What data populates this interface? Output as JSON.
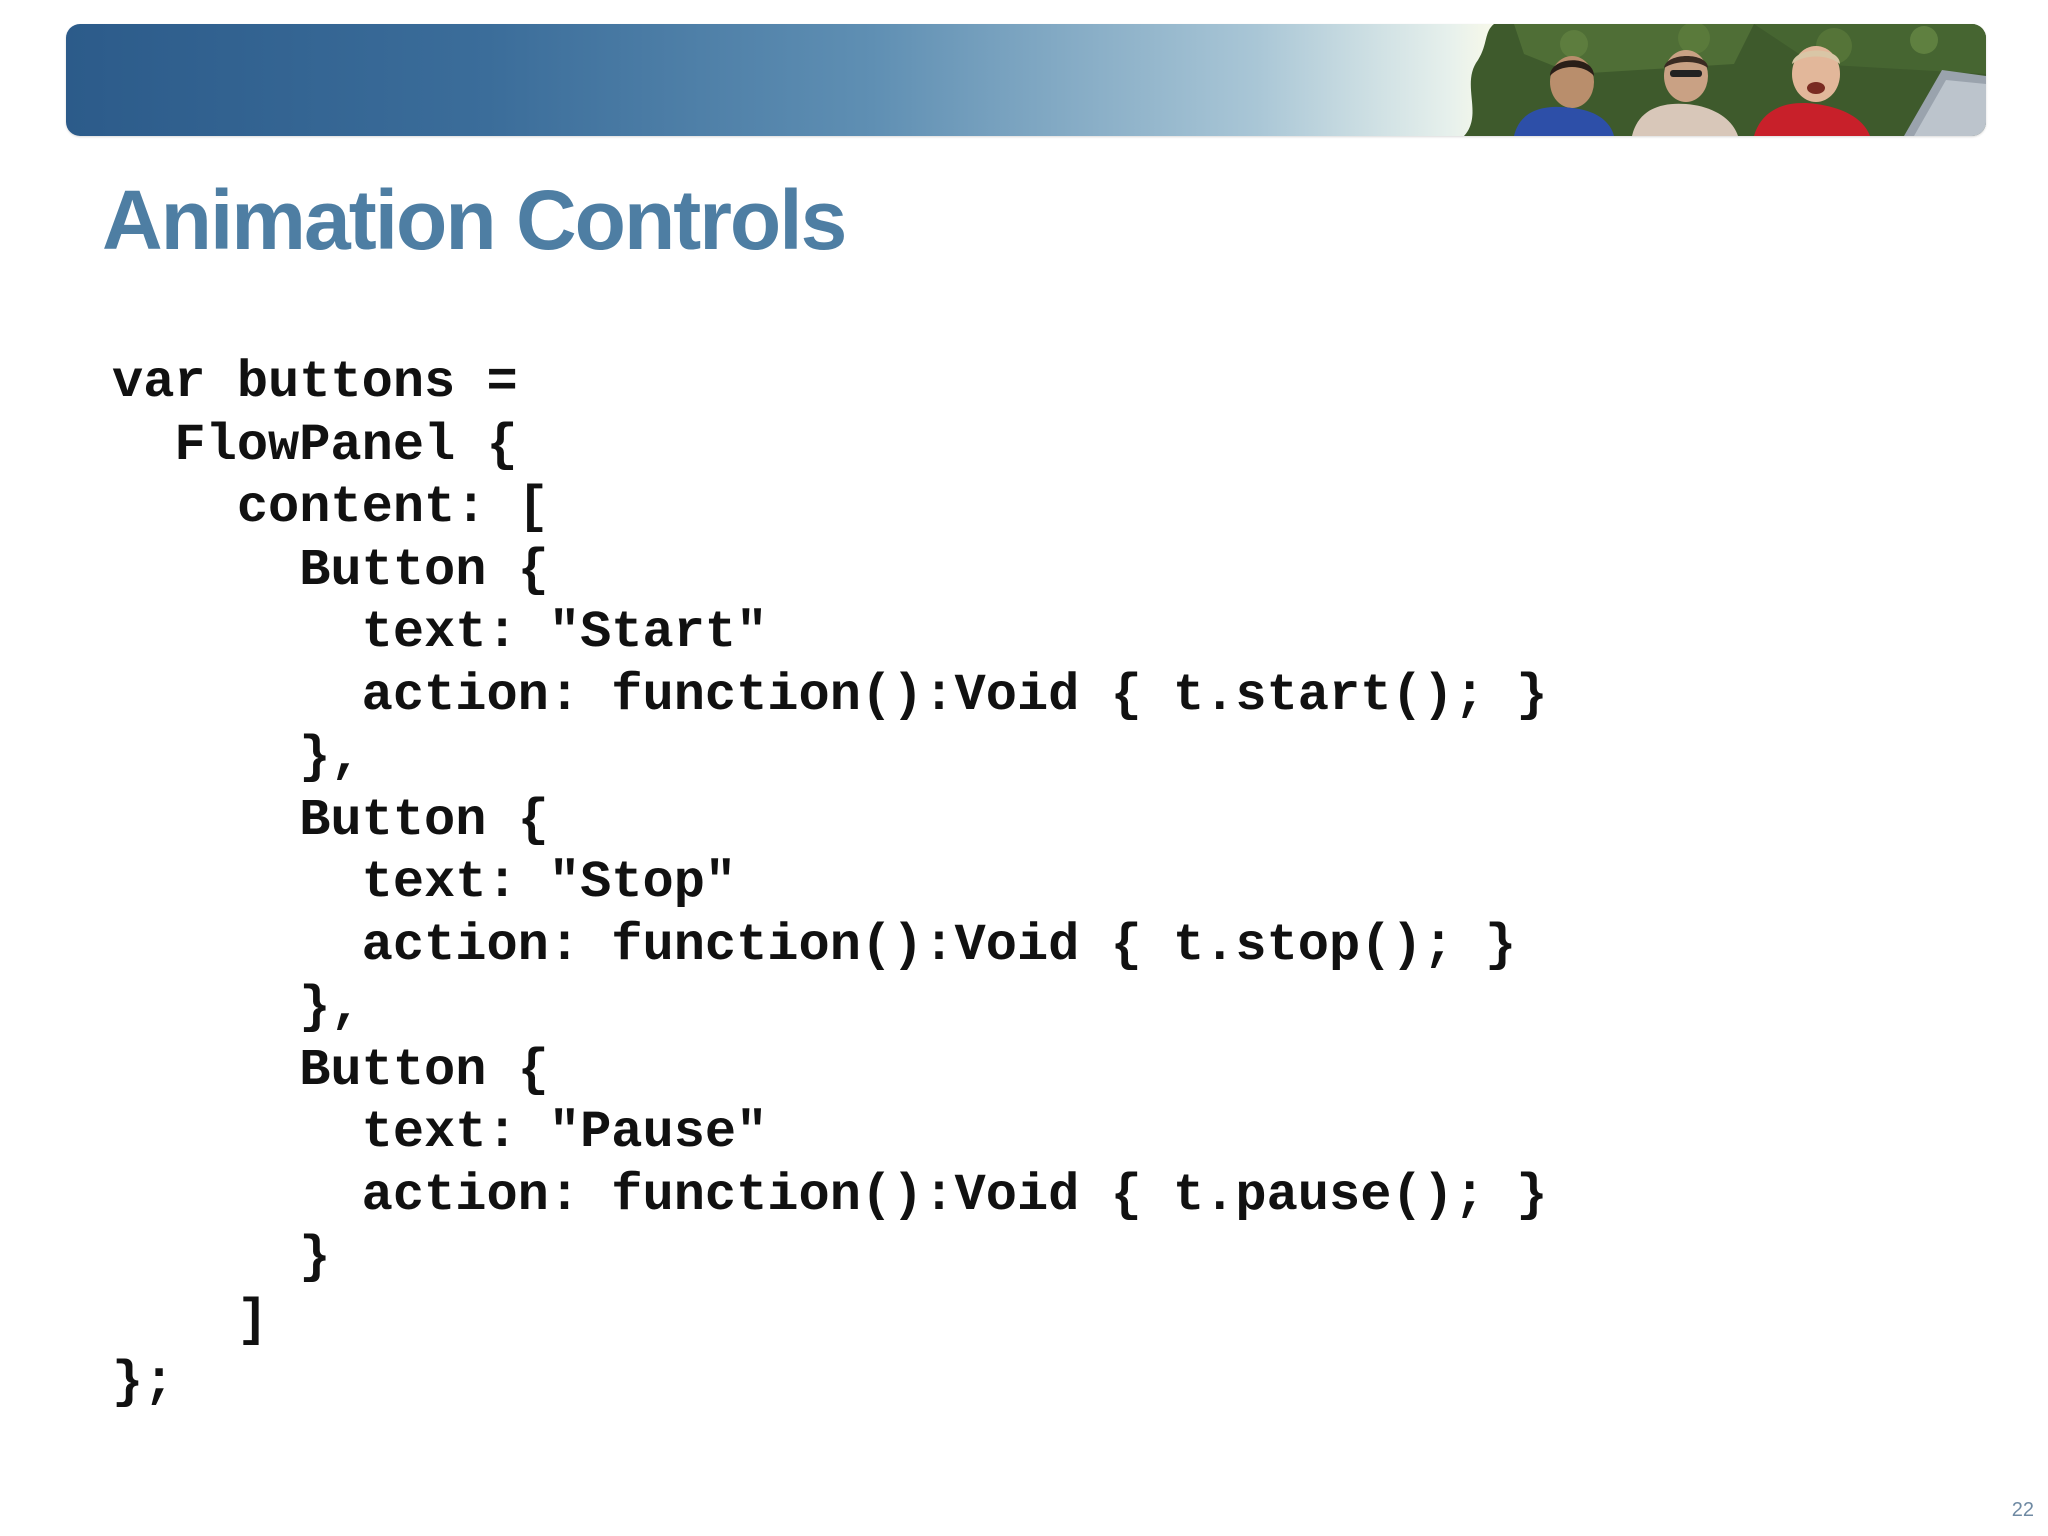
{
  "slide": {
    "title": "Animation Controls",
    "page_number": "22",
    "code_lines": [
      "var buttons =",
      "  FlowPanel {",
      "    content: [",
      "      Button {",
      "        text: \"Start\"",
      "        action: function():Void { t.start(); }",
      "      },",
      "      Button {",
      "        text: \"Stop\"",
      "        action: function():Void { t.stop(); }",
      "      },",
      "      Button {",
      "        text: \"Pause\"",
      "        action: function():Void { t.pause(); }",
      "      }",
      "    ]",
      "};"
    ]
  },
  "colors": {
    "title": "#4e7ea3",
    "banner_dark": "#2c5b8a",
    "banner_light": "#f5f7ea",
    "code_text": "#111111",
    "page_number": "#6f8aa3"
  }
}
